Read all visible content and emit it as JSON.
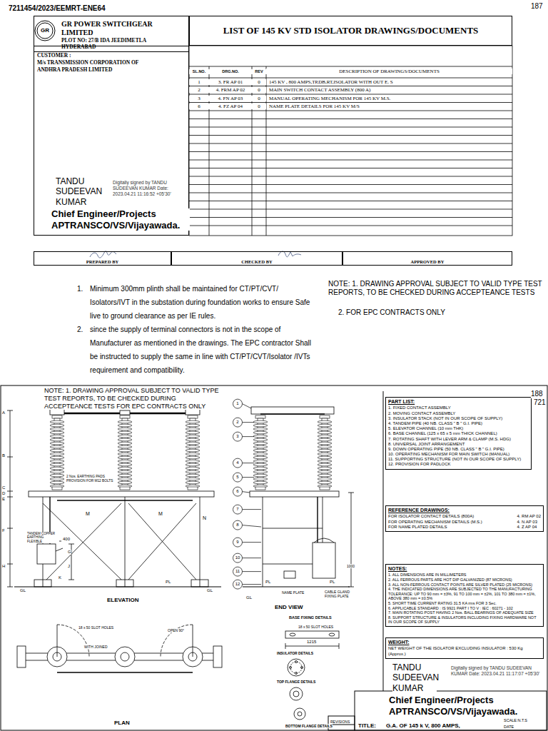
{
  "diagram": {
    "nodes": [
      {
        "text": [
          "GR POWER SWITCHGEAR LIMITED",
          "PLOT NO: 27/B IDA JEEDIMETLA HYDERABAD"
        ]
      },
      {
        "text": [
          "LIST OF 145 KV STD ISOLATOR DRAWINGS/DOCUMENTS"
        ]
      },
      {
        "text": [
          "CUSTOMER :",
          "M/s TRANSMISSION CORPORATION OF ANDHRA PRADESH LIMITED"
        ]
      },
      {
        "text": [
          "PREPARED BY"
        ]
      },
      {
        "text": [
          "CHECKED BY"
        ]
      },
      {
        "text": [
          "APPROVED BY"
        ]
      },
      {
        "text": [
          "PART LIST:",
          "1. FIXED CONTACT ASSEMBLY",
          "2. MOVING CONTACT ASSEMBLY",
          "3. INSULATOR STACK (NOT IN OUR SCOPE OF SUPPLY)",
          "4. TANDEM PIPE (40 NB. CLASS \" B \" G.I. PIPE)",
          "5. ELEVATOR CHANNEL (10 mm THK)",
          "6. BASE CHANNEL (125 x 65 x 5 mm THICK CHANNEL)",
          "7. ROTATING SHAFT WITH LEVER ARM & CLAMP (M.S. HDG)",
          "8. UNIVERSAL JOINT ARRANGEMENT",
          "9. DOWN OPERATING PIPE (50 NB. CLASS \" B \" G.I. PIPE)",
          "10. OPERATING MECHANISM FOR MAIN SWITCH (MANUAL)",
          "11. SUPPORTING STRUCTURE (NOT IN OUR SCOPE OF SUPPLY)",
          "12. PROVISION FOR PADLOCK"
        ]
      },
      {
        "text": [
          "REFERENCE DRAWINGS:",
          "FOR ISOLATOR CONTACT DETAILS (800A)",
          "4. RM AP 02",
          "FOR OPERATING MECHANISM DETAILS (M.S.)",
          "4. N AP 03",
          "FOR NAME PLATED DETAILS",
          "4. Z AP 04"
        ]
      },
      {
        "text": [
          "NOTES:",
          "1. ALL DIMENSIONS ARE IN MILLIMETERS",
          "2. ALL FERROUS PARTS ARE HOT DIP GALVANIZED (87 MICRONS)",
          "3. ALL NON-FERROUS CONTACT POINTS ARE SILVER PLATED (25 MICRONS)",
          "4. THE INDICATED DIMENSIONS ARE SUBJECTED TO THE MANUFACTURING TOLERANCE: UP TO 90 mm = ±3%, 91 TO 100 mm = ±2%, 101 TO 380 mm = ±1%, ABOVE 380 mm = ±0.5%",
          "5. SHORT TIME CURRENT RATING 31.5 KA rms FOR 3 Sec.",
          "6. APPLICABLE STANDARD : IS 9921 PART I TO V : IEC : 60271 - 102",
          "7. MAIN ROTATING POST HAVING 2 Nos. BALL BEARINGS OF ADEQUATE SIZE",
          "8. SUPPORT STRUCTURE & INSULATORS INCLUDING FIXING HARDWARE NOT IN OUR SCOPE OF SUPPLY"
        ]
      },
      {
        "text": [
          "WEIGHT:",
          "NET WEIGHT OF THE ISOLATOR EXCLUDING INSULATOR : 530 Kg (Approx.)"
        ]
      },
      {
        "text": [
          "TITLE:",
          "G.A. OF 145 k V, 800 AMPS,"
        ]
      }
    ],
    "labels": [
      "187",
      "7211454/2023/EEMRT-ENE64",
      "GR",
      "SL.NO.",
      "DRG.NO.",
      "REV",
      "DESCRIPTION OF DRAWINGS/DOCUMENTS",
      "1",
      "3. FR AP 01",
      "0",
      "145 KV , 800 AMPS,TP,DB,RT,ISOLATOR WITH OUT E. S",
      "2",
      "4. FRM AP 02",
      "0",
      "MAIN SWITCH CONTACT ASSEMBLY (800 A)",
      "3",
      "4. FN AP 03",
      "0",
      "MANUAL OPERATING MECHANISM FOR 145 KV M.S.",
      "6",
      "4. FZ AP 04",
      "0",
      "NAME PLATE DETAILS FOR 145 KV M/S",
      "TANDU SUDEEVAN KUMAR",
      "Digitally signed by TANDU SUDEEVAN KUMAR Date: 2023.04.21 11:16:52 +05'30'",
      "Chief Engineer/Projects APTRANSCO/VS/Vijayawada.",
      "1.",
      "Minimum 300mm plinth shall be maintained for CT/PT/CVT/ Isolators/IVT in the substation during foundation works to ensure Safe live to ground clearance as per IE rules.",
      "2.",
      "since the supply of terminal connectors is not in the scope of Manufacturer as mentioned in the drawings. The EPC contractor Shall be instructed to supply the same in line with CT/PT/CVT/Isolator /IVTs requirement and compatibility.",
      "NOTE: 1. DRAWING APPROVAL SUBJECT TO VALID TYPE TEST REPORTS, TO BE CHECKED DURING ACCEPTEANCE TESTS",
      "2. FOR EPC CONTRACTS ONLY",
      "188",
      "721",
      "NOTE: 1. DRAWING APPROVAL SUBJECT TO VALID TYPE TEST REPORTS, TO BE CHECKED DURING ACCEPTEANCE TESTS FOR EPC CONTRACTS ONLY",
      "ELEVATION",
      "END VIEW",
      "PLAN",
      "2 Nos. EARTHING PADS PROVISION FOR M12 BOLTS",
      "400",
      "M",
      "M",
      "N",
      "A",
      "B",
      "C",
      "D",
      "E",
      "F",
      "G",
      "H",
      "J",
      "K",
      "GL",
      "GL",
      "PL",
      "GL",
      "PL",
      "PL",
      "NAME PLATE",
      "CABLE GLAND FIXING PLATE",
      "BASE FIXING DETAILS",
      "18 x 50 SLOT HOLES",
      "1215",
      "18 x 50 SLOT HOLES",
      "WITH JOINED",
      "OPEN 90°",
      "INSULATOR DETAILS",
      "TOP FLANGE DETAILS",
      "BOTTOM FLANGE DETAILS",
      "1000",
      "TANDEM COPPER EARTHING FLEXIBLE",
      "1",
      "2",
      "3",
      "4",
      "5",
      "6",
      "7",
      "8",
      "9",
      "10",
      "11",
      "12",
      "TANDU SUDEEVAN KUMAR",
      "Digitally signed by TANDU SUDEEVAN KUMAR Date: 2023.04.21 11:17:07 +05'30'",
      "Chief Engineer/Projects APTRANSCO/VS/Vijayawada.",
      "REVISIONS",
      "SCALE:N.T.S",
      "DATE"
    ]
  }
}
